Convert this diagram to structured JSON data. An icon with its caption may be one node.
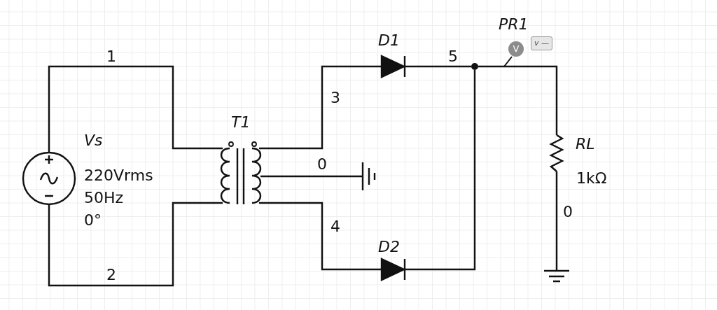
{
  "diagram": {
    "nodes": [
      {
        "text": [
          "Vs",
          "220Vrms",
          "50Hz",
          "0°"
        ]
      },
      {
        "text": [
          "T1"
        ]
      },
      {
        "text": [
          "D1"
        ]
      },
      {
        "text": [
          "D2"
        ]
      },
      {
        "text": [],
        "shape": "circle"
      },
      {
        "text": [
          "RL",
          "1kΩ"
        ]
      },
      {
        "text": [],
        "shape": "ground"
      },
      {
        "text": [],
        "shape": "ground"
      },
      {
        "text": [
          "V",
          "v —"
        ],
        "beside": [
          "PR1"
        ]
      }
    ],
    "edges": [
      {
        "from": 0,
        "to": 1,
        "arrow": "none",
        "label": "1"
      },
      {
        "from": 0,
        "to": 1,
        "arrow": "none",
        "label": "2"
      },
      {
        "from": 1,
        "to": 2,
        "arrow": "none",
        "label": "3"
      },
      {
        "from": 1,
        "to": 3,
        "arrow": "none",
        "label": "4"
      },
      {
        "from": 1,
        "to": 6,
        "arrow": "none",
        "label": "0"
      },
      {
        "from": 2,
        "to": 4,
        "arrow": "none",
        "label": "5"
      },
      {
        "from": 3,
        "to": 4,
        "arrow": "none"
      },
      {
        "from": 4,
        "to": 5,
        "arrow": "none"
      },
      {
        "from": 5,
        "to": 7,
        "arrow": "none",
        "label": "0"
      },
      {
        "from": 8,
        "to": null,
        "arrow": "none"
      }
    ]
  }
}
